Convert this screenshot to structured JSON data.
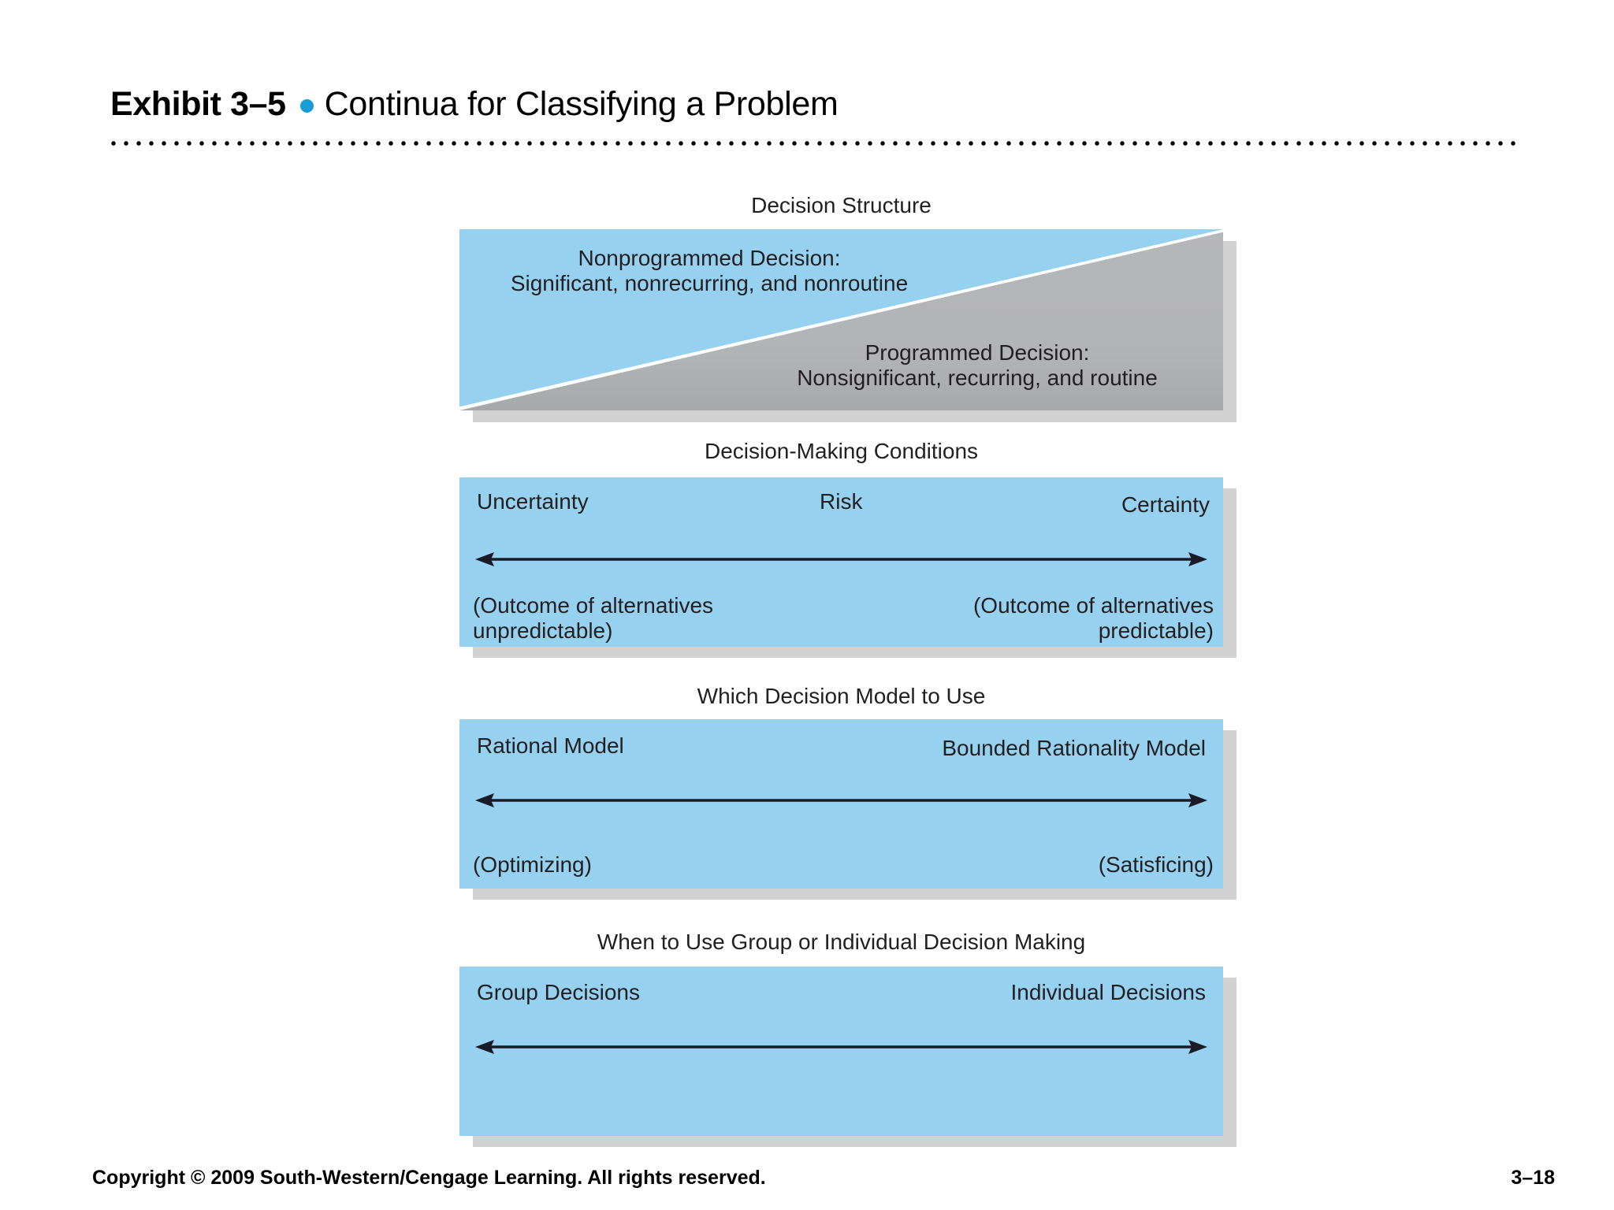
{
  "slide": {
    "exhibit_label": "Exhibit 3–5",
    "title": "Continua for Classifying a Problem",
    "accent_color": "#1a9cd8",
    "panel_color": "#96d2f0",
    "gray_color": "#b6b7b9"
  },
  "sections": [
    {
      "caption": "Decision Structure",
      "type": "triangle",
      "left_label_line1": "Nonprogrammed Decision:",
      "left_label_line2": "Significant, nonrecurring, and nonroutine",
      "right_label_line1": "Programmed Decision:",
      "right_label_line2": "Nonsignificant, recurring, and routine"
    },
    {
      "caption": "Decision-Making Conditions",
      "type": "continuum",
      "left_top": "Uncertainty",
      "center_top": "Risk",
      "right_top": "Certainty",
      "left_bottom_line1": "(Outcome of alternatives",
      "left_bottom_line2": "unpredictable)",
      "right_bottom_line1": "(Outcome of alternatives",
      "right_bottom_line2": "predictable)"
    },
    {
      "caption": "Which Decision Model to Use",
      "type": "continuum",
      "left_top": "Rational Model",
      "right_top": "Bounded Rationality Model",
      "left_bottom_line1": "(Optimizing)",
      "right_bottom_line1": "(Satisficing)"
    },
    {
      "caption": "When to Use Group or Individual Decision Making",
      "type": "continuum",
      "left_top": "Group Decisions",
      "right_top": "Individual Decisions"
    }
  ],
  "footer": {
    "copyright": "Copyright © 2009 South-Western/Cengage Learning. All rights reserved.",
    "page_number": "3–18"
  }
}
